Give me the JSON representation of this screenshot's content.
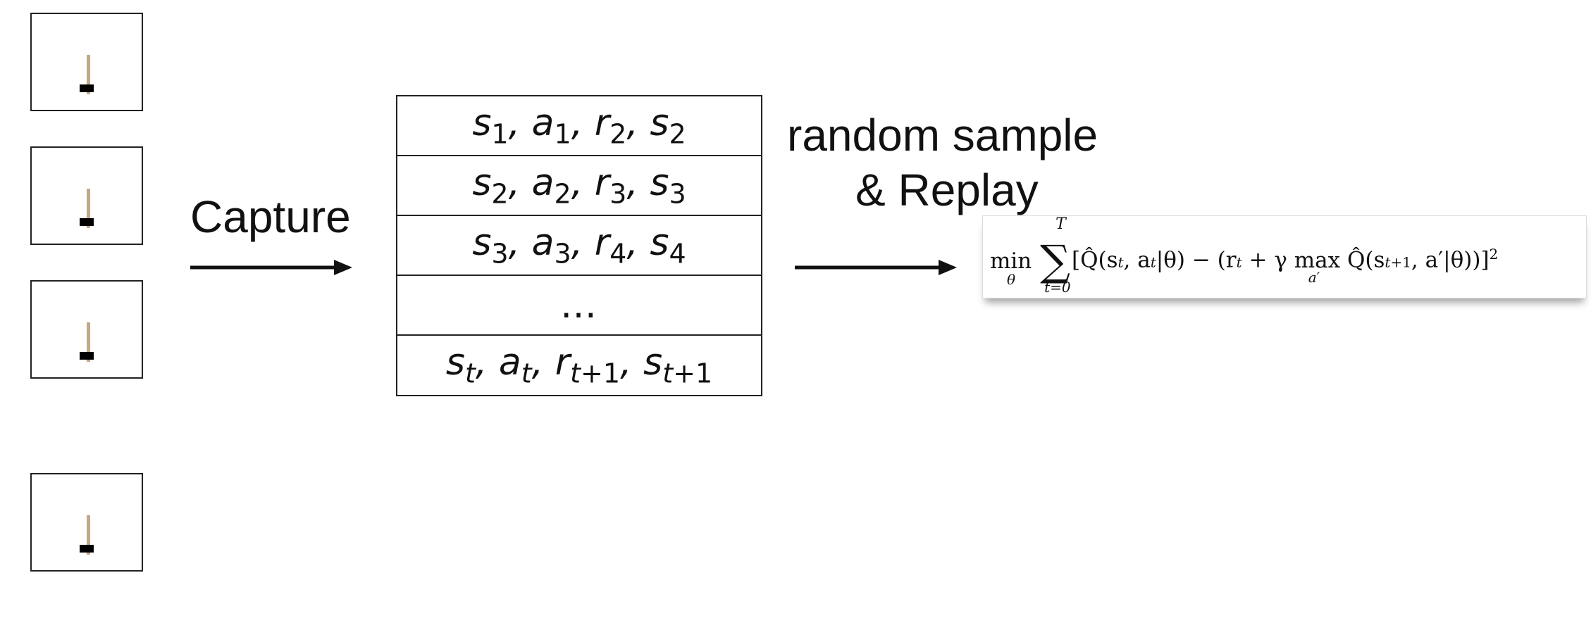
{
  "labels": {
    "capture": "Capture",
    "replay_line1": "random sample",
    "replay_line2": "& Replay"
  },
  "buffer_rows": [
    "s1, a1, r2, s2",
    "s2, a2, r3, s3",
    "s3, a3, r4, s4",
    "…",
    "st, at, rt+1, st+1"
  ],
  "formula": {
    "min": "min",
    "min_sub": "θ",
    "sum_upper": "T",
    "sum_lower": "t=0",
    "body_1": "[Q̂(s",
    "body_2": ", a",
    "body_3": "|θ) − (r",
    "body_4": " + γ",
    "max": "max",
    "max_sub": "a′",
    "body_5": " Q̂(s",
    "body_6": ", a′|θ))]",
    "exponent": "2"
  },
  "colors": {
    "pole": "#c9a77f",
    "cart": "#000000",
    "stroke": "#222222"
  }
}
